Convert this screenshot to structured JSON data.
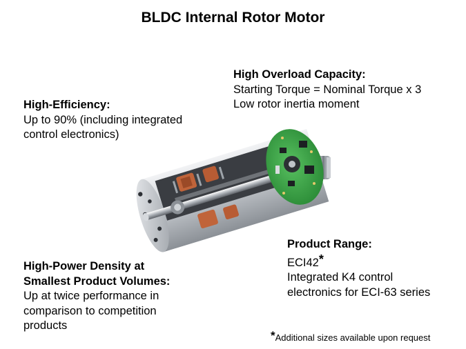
{
  "title": "BLDC Internal Rotor Motor",
  "high_efficiency": {
    "heading": "High-Efficiency:",
    "lines": [
      "Up to 90% (including integrated",
      "control electronics)"
    ]
  },
  "high_overload": {
    "heading": "High Overload Capacity:",
    "lines": [
      "Starting Torque = Nominal Torque x 3",
      "Low rotor inertia moment"
    ]
  },
  "product_range": {
    "heading": "Product Range:",
    "model": "ECI42",
    "model_star": "*",
    "lines": [
      "Integrated K4 control",
      "electronics for ECI-63 series"
    ]
  },
  "high_power": {
    "heading_lines": [
      "High-Power Density at",
      "Smallest Product Volumes:"
    ],
    "lines": [
      "Up at twice performance in",
      "comparison to competition",
      "products"
    ]
  },
  "footnote": {
    "star": "*",
    "text": "Additional  sizes available upon request"
  },
  "colors": {
    "pcb_green": "#3aa34a",
    "copper": "#c0643a",
    "steel": "#b9bec4"
  }
}
